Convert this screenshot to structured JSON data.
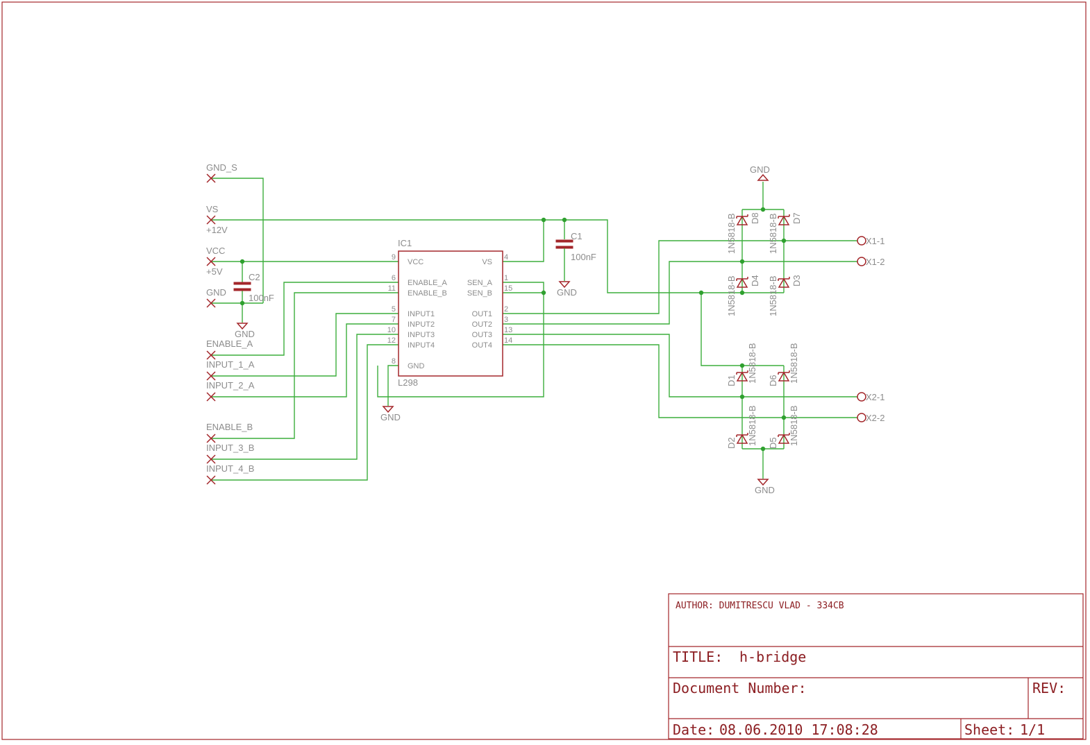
{
  "title_block": {
    "author": "AUTHOR: DUMITRESCU VLAD - 334CB",
    "title_label": "TITLE:",
    "title_value": "h-bridge",
    "document_number_label": "Document Number:",
    "rev_label": "REV:",
    "date_label": "Date:",
    "date_value": "08.06.2010 17:08:28",
    "sheet_label": "Sheet:",
    "sheet_value": "1/1"
  },
  "ports": {
    "gnd_s": "GND_S",
    "vs": "VS",
    "vs_value": "+12V",
    "vcc": "VCC",
    "vcc_value": "+5V",
    "gnd": "GND",
    "enable_a": "ENABLE_A",
    "input_1_a": "INPUT_1_A",
    "input_2_a": "INPUT_2_A",
    "enable_b": "ENABLE_B",
    "input_3_b": "INPUT_3_B",
    "input_4_b": "INPUT_4_B"
  },
  "ic": {
    "name": "IC1",
    "part": "L298",
    "pins_left": [
      {
        "num": "9",
        "name": "VCC"
      },
      {
        "num": "6",
        "name": "ENABLE_A"
      },
      {
        "num": "11",
        "name": "ENABLE_B"
      },
      {
        "num": "5",
        "name": "INPUT1"
      },
      {
        "num": "7",
        "name": "INPUT2"
      },
      {
        "num": "10",
        "name": "INPUT3"
      },
      {
        "num": "12",
        "name": "INPUT4"
      },
      {
        "num": "8",
        "name": "GND"
      }
    ],
    "pins_right": [
      {
        "num": "4",
        "name": "VS"
      },
      {
        "num": "1",
        "name": "SEN_A"
      },
      {
        "num": "15",
        "name": "SEN_B"
      },
      {
        "num": "2",
        "name": "OUT1"
      },
      {
        "num": "3",
        "name": "OUT2"
      },
      {
        "num": "13",
        "name": "OUT3"
      },
      {
        "num": "14",
        "name": "OUT4"
      }
    ]
  },
  "capacitors": {
    "c1": {
      "name": "C1",
      "value": "100nF"
    },
    "c2": {
      "name": "C2",
      "value": "100nF"
    }
  },
  "diodes": {
    "part": "1N5818-B",
    "d1": "D1",
    "d2": "D2",
    "d3": "D3",
    "d4": "D4",
    "d5": "D5",
    "d6": "D6",
    "d7": "D7",
    "d8": "D8"
  },
  "connectors": {
    "x1_1": "X1-1",
    "x1_2": "X1-2",
    "x2_1": "X2-1",
    "x2_2": "X2-2"
  },
  "ground_label": "GND",
  "colors": {
    "frame": "#a3262a",
    "wire": "#3cae3c",
    "label": "#8c8c8c",
    "title_text": "#8c1e22"
  }
}
